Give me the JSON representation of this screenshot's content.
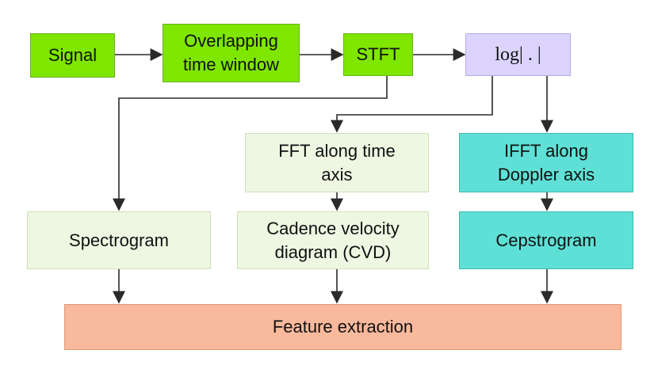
{
  "nodes": {
    "signal": "Signal",
    "window": "Overlapping\ntime window",
    "stft": "STFT",
    "log": "log| . |",
    "fft_time": "FFT along time\naxis",
    "ifft_doppler": "IFFT along\nDoppler axis",
    "spectrogram": "Spectrogram",
    "cvd": "Cadence velocity\ndiagram (CVD)",
    "cepstrogram": "Cepstrogram",
    "features": "Feature extraction"
  },
  "colors": {
    "process": "#7fe600",
    "representation": "#eef7e2",
    "cepstral": "#5fe0d6",
    "log": "#dcd4ff",
    "output": "#f9b99c",
    "arrow": "#2a2a2a"
  }
}
